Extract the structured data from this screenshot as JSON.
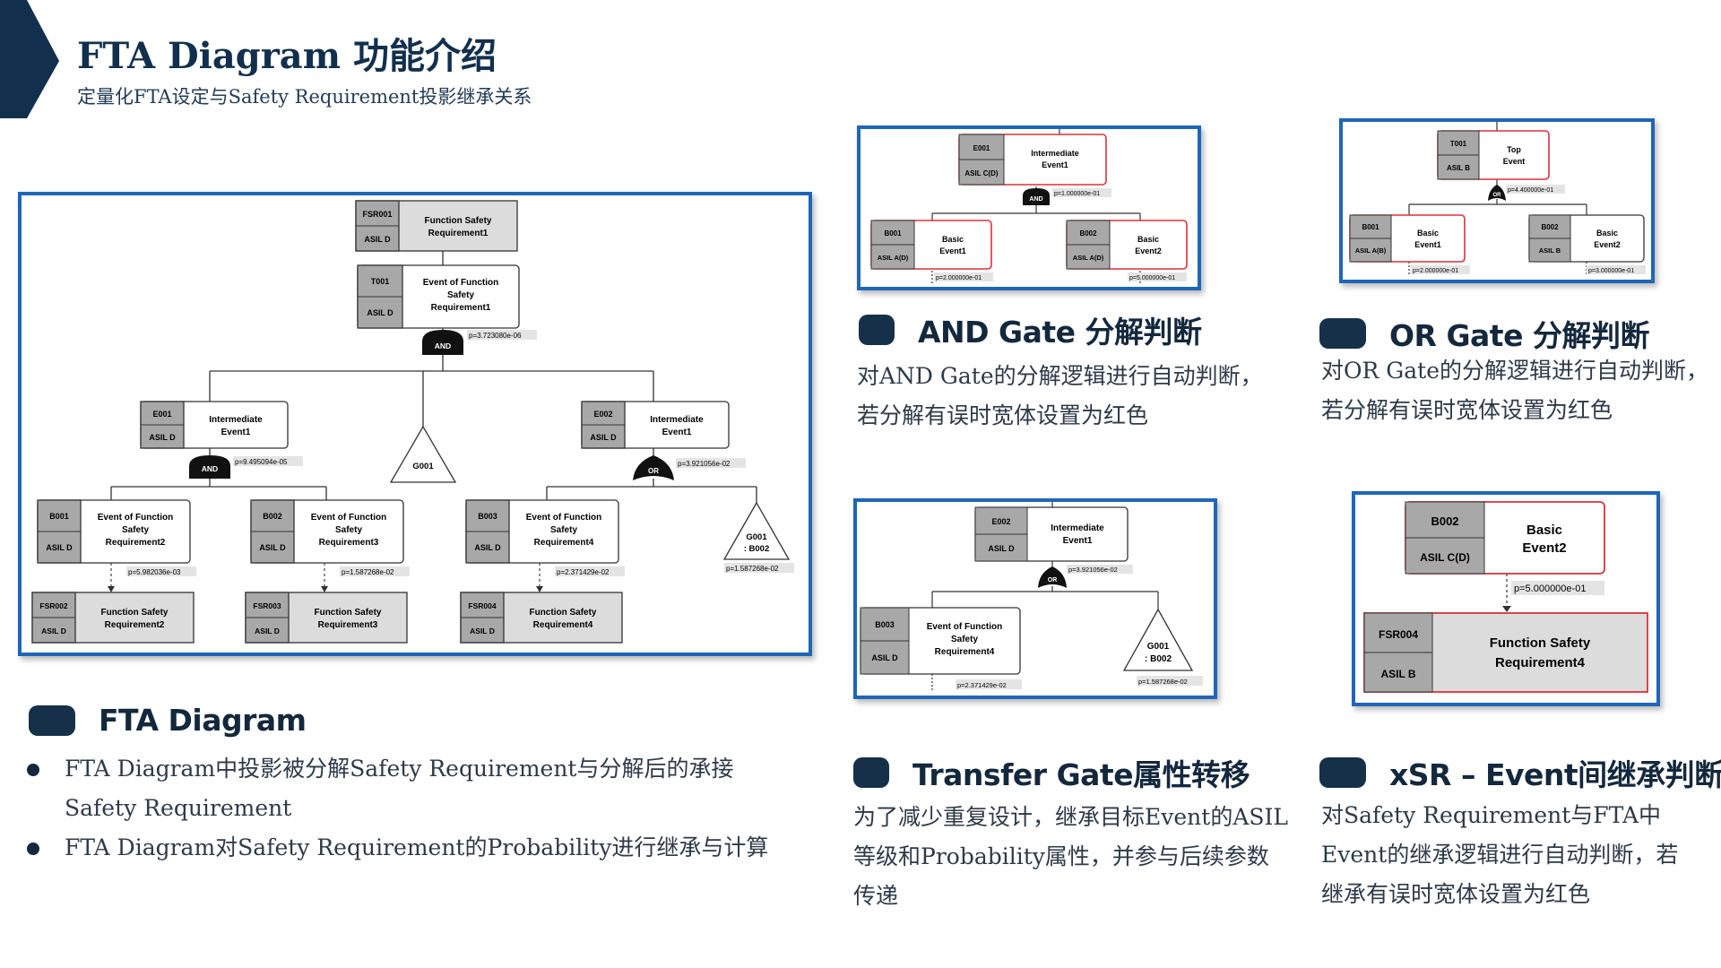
{
  "header": {
    "title": "FTA Diagram 功能介绍",
    "subtitle": "定量化FTA设定与Safety Requirement投影继承关系"
  },
  "colors": {
    "navy": "#12304e",
    "panel_border": "#1f66b8",
    "error_red": "#d9323b",
    "node_gray": "#a8a8a8",
    "node_light": "#dcdcdc"
  },
  "sections": {
    "fta": {
      "title": "FTA Diagram",
      "bullets": [
        "FTA Diagram中投影被分解Safety Requirement与分解后的承接Safety Requirement",
        "FTA Diagram对Safety Requirement的Probability进行继承与计算"
      ]
    },
    "and_gate": {
      "title": "AND Gate 分解判断",
      "desc": "对AND Gate的分解逻辑进行自动判断，若分解有误时宽体设置为红色"
    },
    "or_gate": {
      "title": "OR Gate 分解判断",
      "desc": "对OR Gate的分解逻辑进行自动判断，若分解有误时宽体设置为红色"
    },
    "transfer_gate": {
      "title": "Transfer Gate属性转移",
      "desc": "为了减少重复设计，继承目标Event的ASIL等级和Probability属性，并参与后续参数传递"
    },
    "xsr": {
      "title": "xSR – Event间继承判断",
      "desc": "对Safety Requirement与FTA中Event的继承逻辑进行自动判断，若继承有误时宽体设置为红色"
    }
  },
  "diagrams": {
    "main": {
      "fsr001": {
        "id": "FSR001",
        "asil": "ASIL D",
        "name": [
          "Function Safety",
          "Requirement1"
        ]
      },
      "t001": {
        "id": "T001",
        "asil": "ASIL D",
        "name": [
          "Event of Function",
          "Safety",
          "Requirement1"
        ]
      },
      "gate_top": {
        "label": "AND",
        "prob": "p=3.723080e-06"
      },
      "e001": {
        "id": "E001",
        "asil": "ASIL D",
        "name": [
          "Intermediate",
          "Event1"
        ]
      },
      "gate_e001": {
        "label": "AND",
        "prob": "p=9.495094e-05"
      },
      "g001": {
        "label": "G001"
      },
      "e002": {
        "id": "E002",
        "asil": "ASIL D",
        "name": [
          "Intermediate",
          "Event1"
        ]
      },
      "gate_e002": {
        "label": "OR",
        "prob": "p=3.921056e-02"
      },
      "b001": {
        "id": "B001",
        "asil": "ASIL D",
        "name": [
          "Event of Function",
          "Safety",
          "Requirement2"
        ],
        "prob": "p=5.982036e-03"
      },
      "b002": {
        "id": "B002",
        "asil": "ASIL D",
        "name": [
          "Event of Function",
          "Safety",
          "Requirement3"
        ],
        "prob": "p=1.587268e-02"
      },
      "b003": {
        "id": "B003",
        "asil": "ASIL D",
        "name": [
          "Event of Function",
          "Safety",
          "Requirement4"
        ],
        "prob": "p=2.371429e-02"
      },
      "g001_transfer": {
        "label": [
          "G001",
          ": B002"
        ],
        "prob": "p=1.587268e-02"
      },
      "fsr002": {
        "id": "FSR002",
        "asil": "ASIL D",
        "name": [
          "Function Safety",
          "Requirement2"
        ]
      },
      "fsr003": {
        "id": "FSR003",
        "asil": "ASIL D",
        "name": [
          "Function Safety",
          "Requirement3"
        ]
      },
      "fsr004": {
        "id": "FSR004",
        "asil": "ASIL D",
        "name": [
          "Function Safety",
          "Requirement4"
        ]
      }
    },
    "and_example": {
      "e001": {
        "id": "E001",
        "asil": "ASIL C(D)",
        "name": [
          "Intermediate",
          "Event1"
        ]
      },
      "gate": {
        "label": "AND",
        "prob": "p=1.000000e-01"
      },
      "b001": {
        "id": "B001",
        "asil": "ASIL A(D)",
        "name": [
          "Basic",
          "Event1"
        ],
        "prob": "p=2.000000e-01"
      },
      "b002": {
        "id": "B002",
        "asil": "ASIL A(D)",
        "name": [
          "Basic",
          "Event2"
        ],
        "prob": "p=5.000000e-01"
      }
    },
    "or_example": {
      "t001": {
        "id": "T001",
        "asil": "ASIL B",
        "name": [
          "Top",
          "Event"
        ]
      },
      "gate": {
        "label": "OR",
        "prob": "p=4.400000e-01"
      },
      "b001": {
        "id": "B001",
        "asil": "ASIL A(B)",
        "name": [
          "Basic",
          "Event1"
        ],
        "prob": "p=2.000000e-01"
      },
      "b002": {
        "id": "B002",
        "asil": "ASIL B",
        "name": [
          "Basic",
          "Event2"
        ],
        "prob": "p=3.000000e-01"
      }
    },
    "transfer_example": {
      "e002": {
        "id": "E002",
        "asil": "ASIL D",
        "name": [
          "Intermediate",
          "Event1"
        ]
      },
      "gate": {
        "label": "OR",
        "prob": "p=3.921056e-02"
      },
      "b003": {
        "id": "B003",
        "asil": "ASIL D",
        "name": [
          "Event of Function",
          "Safety",
          "Requirement4"
        ],
        "prob": "p=2.371429e-02"
      },
      "g001": {
        "label": [
          "G001",
          ": B002"
        ],
        "prob": "p=1.587268e-02"
      }
    },
    "xsr_example": {
      "b002": {
        "id": "B002",
        "asil": "ASIL C(D)",
        "name": [
          "Basic",
          "Event2"
        ],
        "prob": "p=5.000000e-01"
      },
      "fsr004": {
        "id": "FSR004",
        "asil": "ASIL B",
        "name": [
          "Function Safety",
          "Requirement4"
        ]
      }
    }
  }
}
